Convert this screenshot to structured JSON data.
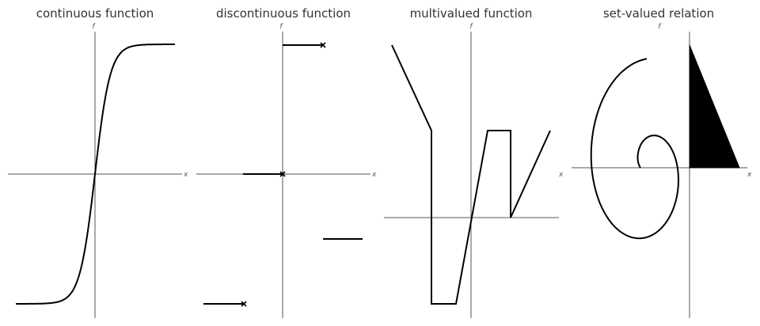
{
  "panels": [
    {
      "id": "continuous",
      "title": "continuous function",
      "x_label": "x",
      "y_label": "f"
    },
    {
      "id": "discontinuous",
      "title": "discontinuous function",
      "x_label": "x",
      "y_label": "f"
    },
    {
      "id": "multivalued",
      "title": "multivalued function",
      "x_label": "",
      "y_label": "f"
    },
    {
      "id": "setvalued",
      "title": "set-valued relation",
      "x_label": "x",
      "y_label": "f"
    }
  ]
}
